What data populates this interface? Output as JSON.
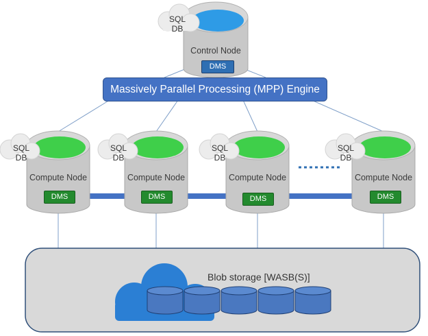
{
  "colors": {
    "drum_gray": "#c8c8c8",
    "control_top": "#2e9be6",
    "compute_top": "#3fcf4a",
    "dms_control": "#2f6fb3",
    "dms_compute": "#238a2e",
    "mpp_fill": "#4472c4",
    "link_blue": "#4472c4",
    "storage_panel": "#d9d9d9",
    "storage_border": "#2f4f79",
    "cloud": "#2b7fd4",
    "disk": "#4a78c0"
  },
  "icons": [
    "cloud-icon",
    "database-cylinder-icon",
    "disk-icon"
  ],
  "control_node": {
    "sql_label": "SQL DB",
    "label": "Control Node",
    "dms": "DMS"
  },
  "mpp_engine": {
    "label": "Massively Parallel Processing (MPP) Engine"
  },
  "compute_nodes": [
    {
      "sql_label": "SQL DB",
      "label": "Compute Node",
      "dms": "DMS"
    },
    {
      "sql_label": "SQL DB",
      "label": "Compute Node",
      "dms": "DMS"
    },
    {
      "sql_label": "SQL DB",
      "label": "Compute Node",
      "dms": "DMS"
    },
    {
      "sql_label": "SQL DB",
      "label": "Compute Node",
      "dms": "DMS"
    }
  ],
  "storage": {
    "label": "Blob storage [WASB(S)]"
  }
}
